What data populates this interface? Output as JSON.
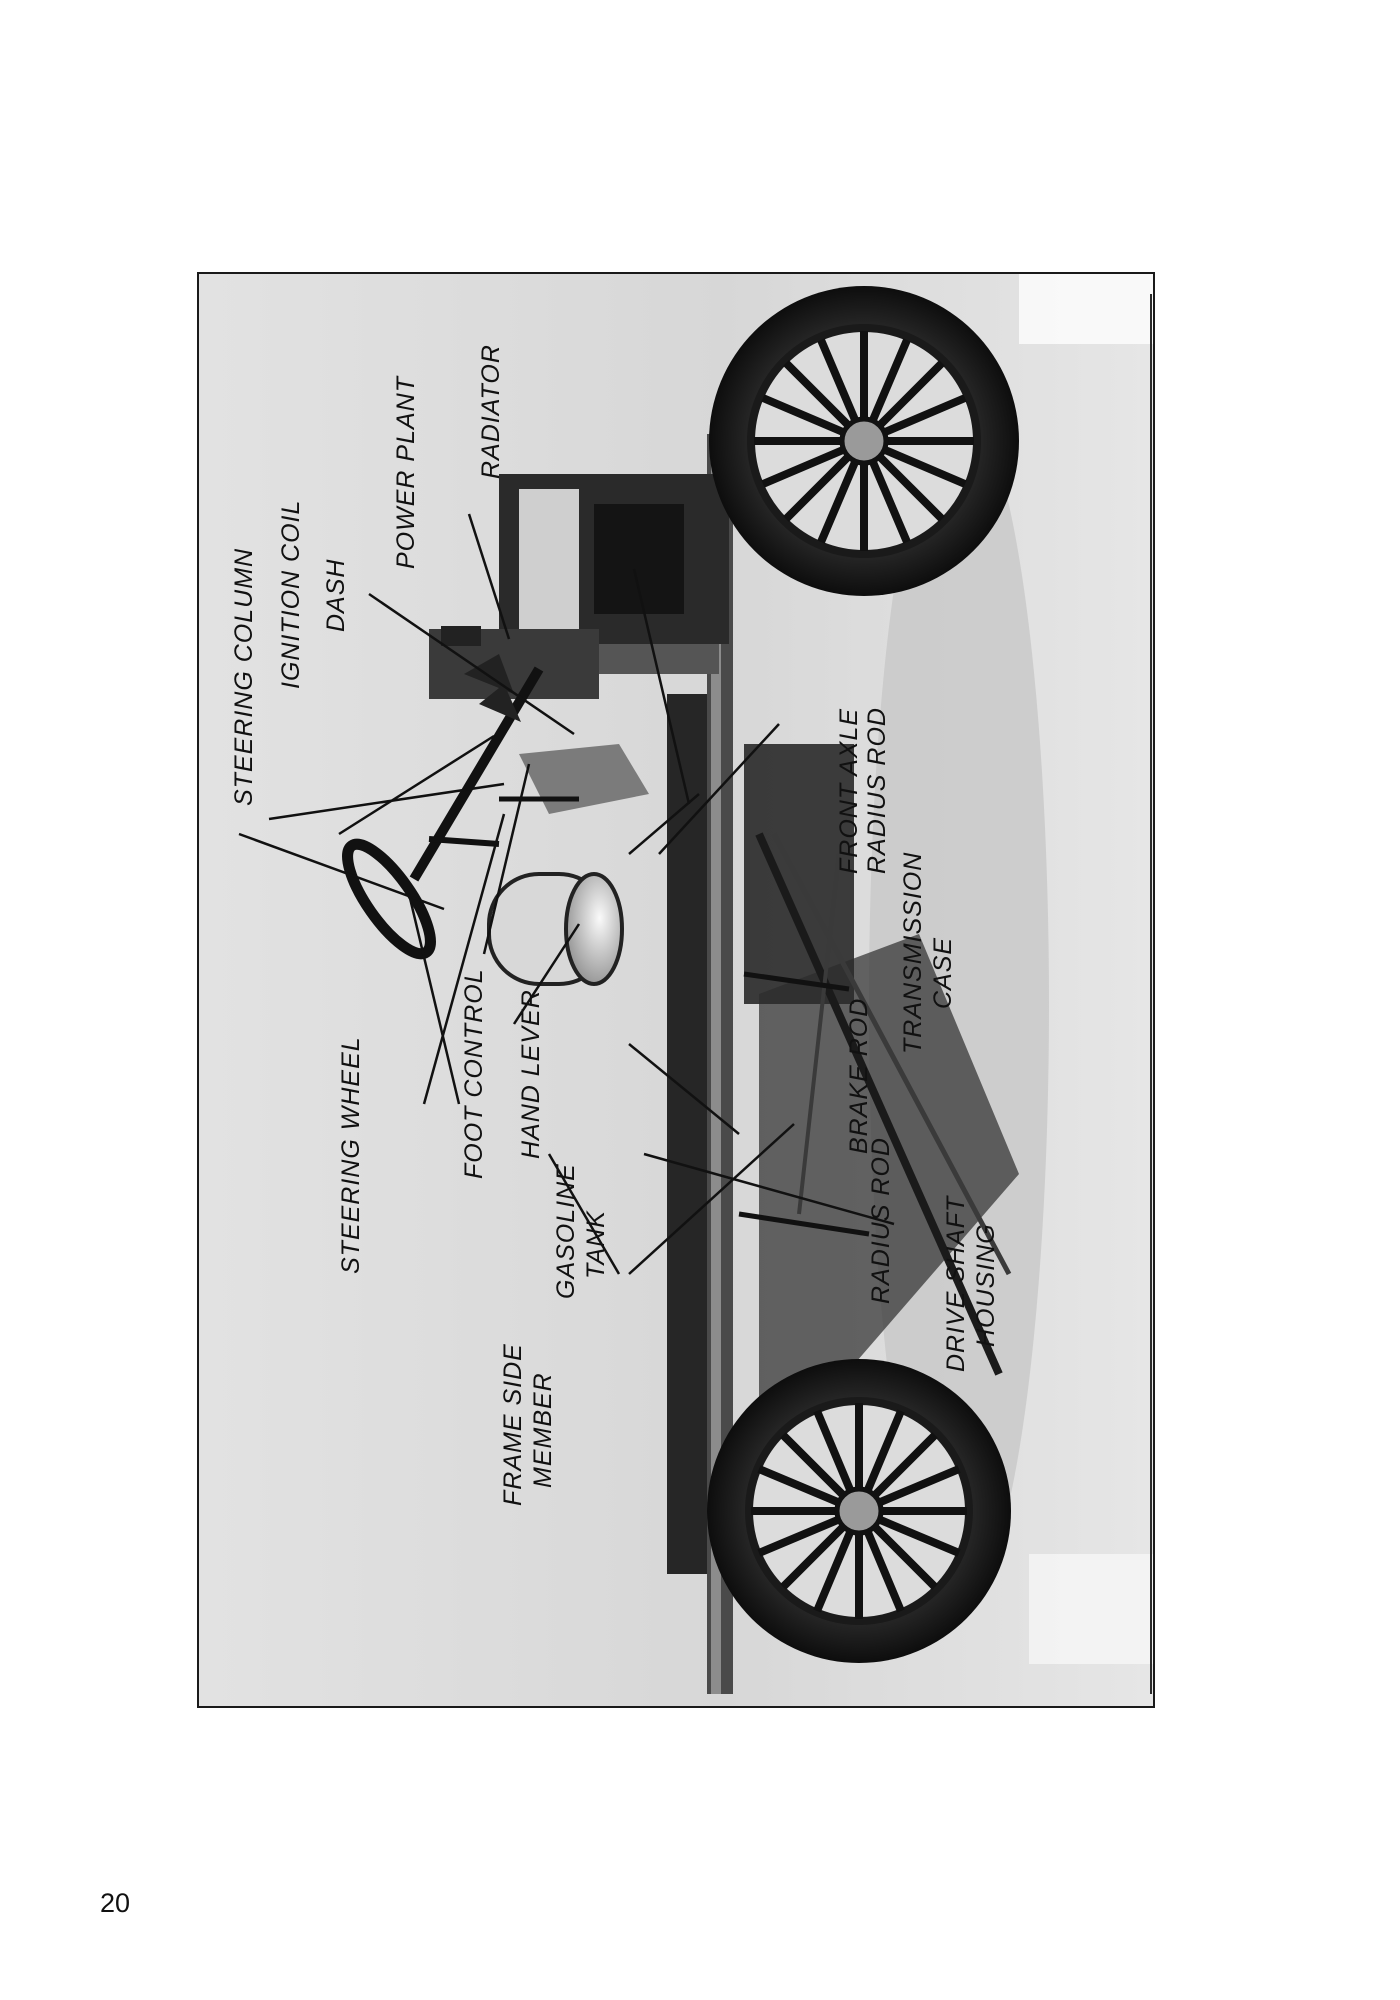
{
  "page": {
    "number": "20"
  },
  "figure": {
    "labels": {
      "steering_column": "STEERING COLUMN",
      "ignition_coil": "IGNITION COIL",
      "dash": "DASH",
      "power_plant": "POWER PLANT",
      "radiator": "RADIATOR",
      "steering_wheel": "STEERING WHEEL",
      "foot_control": "FOOT CONTROL",
      "hand_lever": "HAND LEVER",
      "gasoline_tank": [
        "GASOLINE",
        "TANK"
      ],
      "frame_side_member": [
        "FRAME SIDE",
        "MEMBER"
      ],
      "front_axle_radius_rod": [
        "FRONT AXLE",
        "RADIUS ROD"
      ],
      "transmission_case": [
        "TRANSMISSION",
        "CASE"
      ],
      "brake_rod": "BRAKE ROD",
      "radius_rod": "RADIUS ROD",
      "drive_shaft_housing": [
        "DRIVE SHAFT",
        "HOUSING"
      ]
    }
  }
}
